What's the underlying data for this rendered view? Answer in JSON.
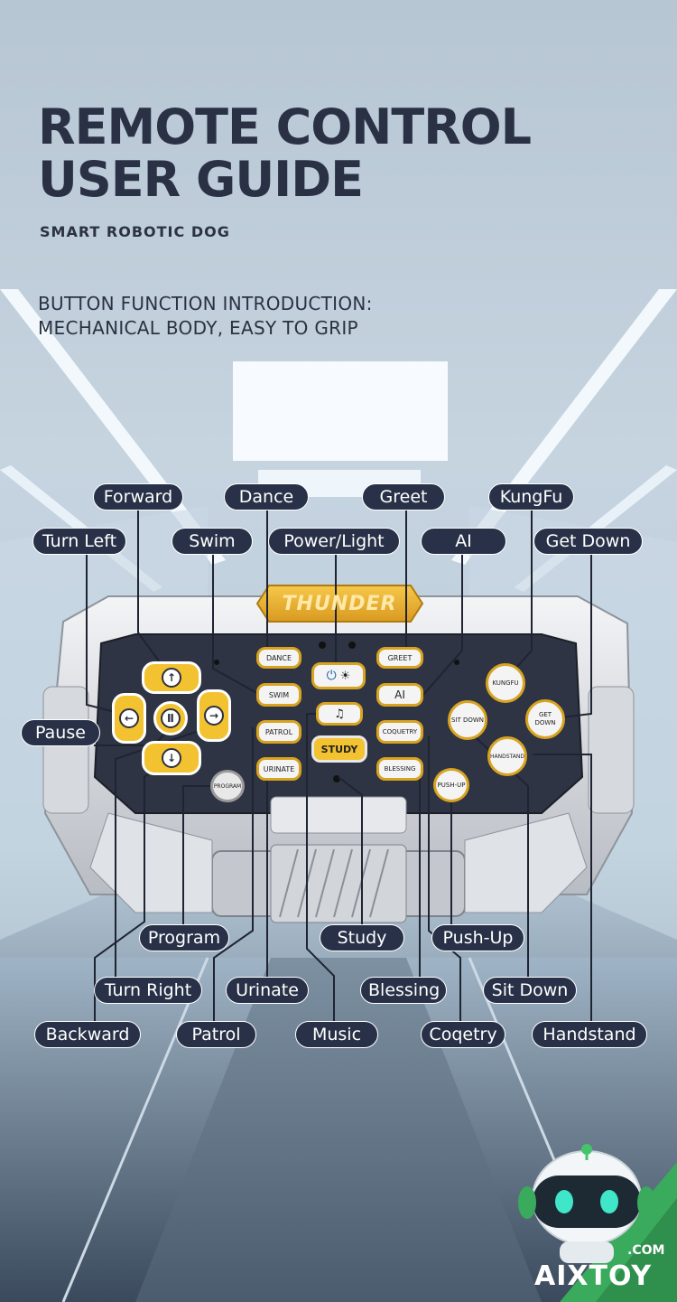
{
  "header": {
    "title_line1": "REMOTE CONTROL",
    "title_line2": "USER GUIDE",
    "subtitle": "SMART ROBOTIC DOG",
    "intro_line1": "BUTTON FUNCTION INTRODUCTION:",
    "intro_line2": "MECHANICAL BODY, EASY TO GRIP"
  },
  "remote": {
    "brand_logo": "THUNDER",
    "buttons": {
      "dance": "DANCE",
      "greet": "GREET",
      "swim": "SWIM",
      "ai": "AI",
      "patrol": "PATROL",
      "coqetry": "COQUETRY",
      "urinate": "URINATE",
      "blessing": "BLESSING",
      "study": "STUDY",
      "kungfu": "KUNGFU",
      "sit_down": "SIT DOWN",
      "get_down": "GET DOWN",
      "handstand": "HANDSTAND",
      "push_up": "PUSH-UP",
      "program": "PROGRAM"
    }
  },
  "labels": {
    "forward": "Forward",
    "dance": "Dance",
    "greet": "Greet",
    "kungfu": "KungFu",
    "turn_left": "Turn Left",
    "swim": "Swim",
    "power_light": "Power/Light",
    "ai": "AI",
    "get_down": "Get Down",
    "pause": "Pause",
    "program": "Program",
    "study": "Study",
    "push_up": "Push-Up",
    "turn_right": "Turn Right",
    "urinate": "Urinate",
    "blessing": "Blessing",
    "sit_down": "Sit Down",
    "backward": "Backward",
    "patrol": "Patrol",
    "music": "Music",
    "coqetry": "Coqetry",
    "handstand": "Handstand"
  },
  "brand": {
    "com": ".COM",
    "name": "AIXTOY"
  },
  "colors": {
    "label_bg": "#283147",
    "accent_yellow": "#f2c230",
    "title_text": "#2a3145",
    "brand_green": "#3aaa5c"
  }
}
